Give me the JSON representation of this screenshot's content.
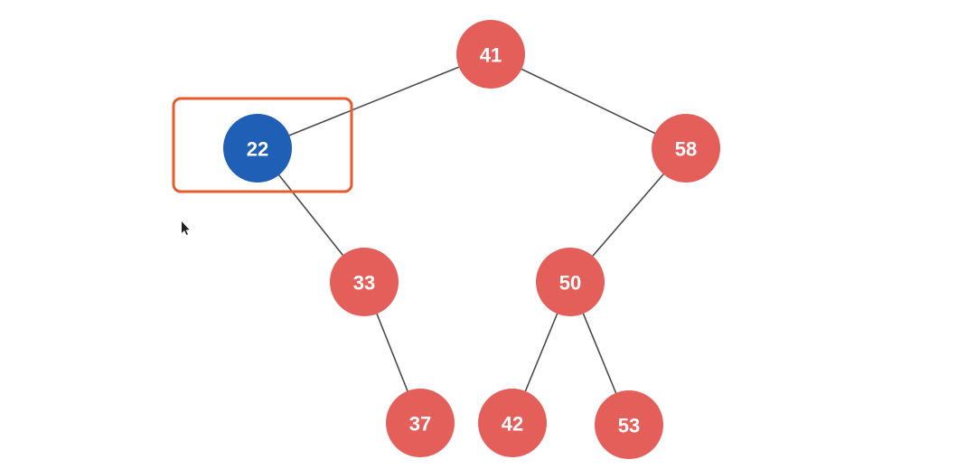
{
  "tree": {
    "nodes": [
      {
        "id": "n41",
        "label": "41",
        "highlighted": false
      },
      {
        "id": "n22",
        "label": "22",
        "highlighted": true
      },
      {
        "id": "n58",
        "label": "58",
        "highlighted": false
      },
      {
        "id": "n33",
        "label": "33",
        "highlighted": false
      },
      {
        "id": "n50",
        "label": "50",
        "highlighted": false
      },
      {
        "id": "n37",
        "label": "37",
        "highlighted": false
      },
      {
        "id": "n42",
        "label": "42",
        "highlighted": false
      },
      {
        "id": "n53",
        "label": "53",
        "highlighted": false
      }
    ],
    "edges": [
      {
        "from": "n41",
        "to": "n22"
      },
      {
        "from": "n41",
        "to": "n58"
      },
      {
        "from": "n22",
        "to": "n33"
      },
      {
        "from": "n33",
        "to": "n37"
      },
      {
        "from": "n58",
        "to": "n50"
      },
      {
        "from": "n50",
        "to": "n42"
      },
      {
        "from": "n50",
        "to": "n53"
      }
    ]
  },
  "colors": {
    "node_default": "#e55f5a",
    "node_highlight": "#1f5fb5",
    "highlight_box": "#e85a2c",
    "edge": "#4a4a4a"
  },
  "icons": {
    "cursor": "mouse-pointer-icon"
  }
}
